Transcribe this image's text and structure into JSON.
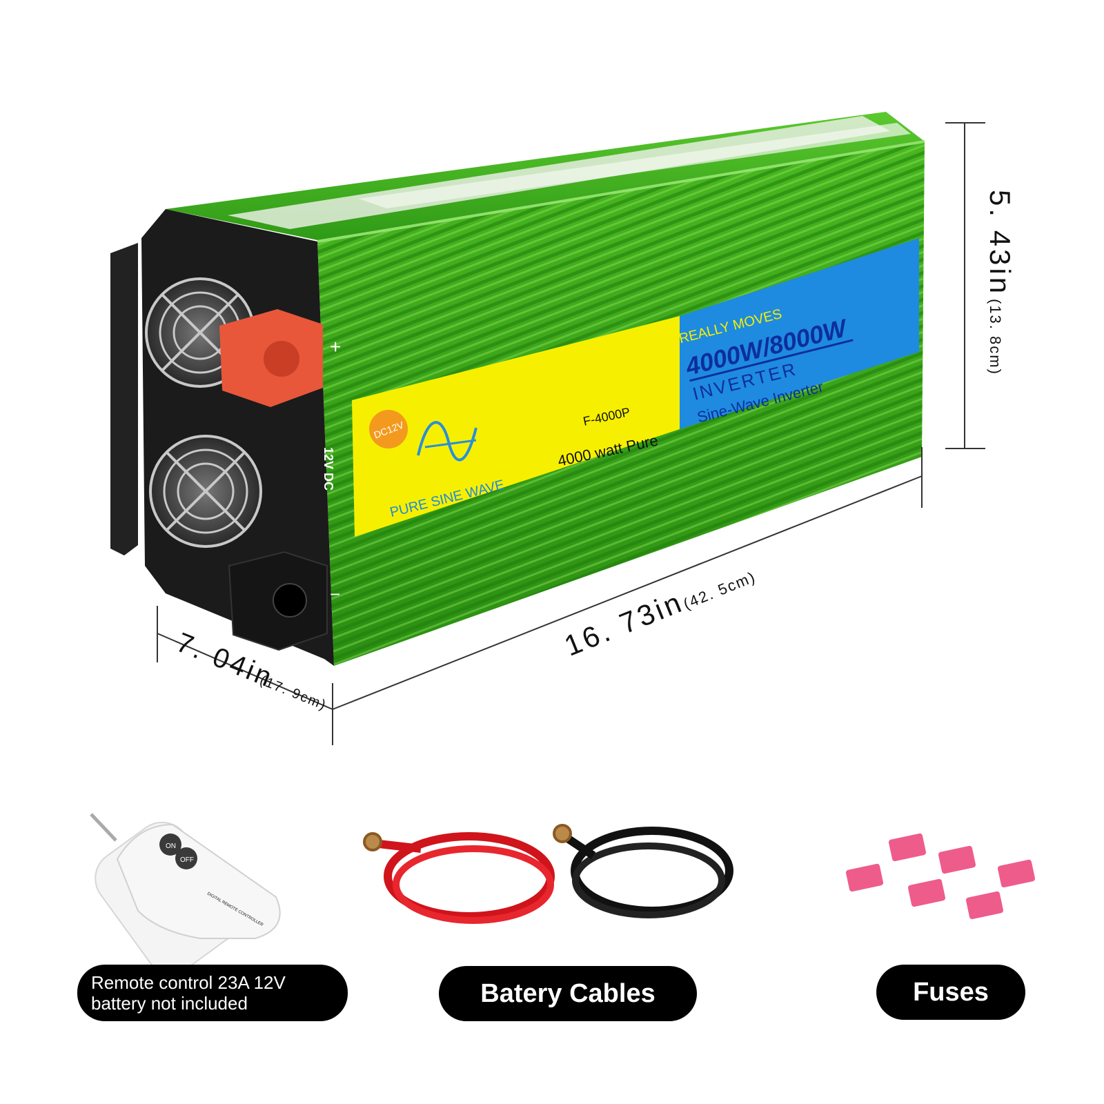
{
  "product": {
    "label": {
      "badge": "DC12V",
      "wave_caption": "PURE SINE WAVE",
      "model": "F-4000P",
      "rating_line": "4000 watt Pure",
      "tagline": "REALLY MOVES",
      "power": "4000W/8000W",
      "type": "INVERTER",
      "subtype": "Sine-Wave Inverter"
    },
    "terminals": {
      "positive_symbol": "+",
      "negative_symbol": "−",
      "voltage_marking": "12V DC"
    },
    "colors": {
      "body_green": "#3aa81e",
      "label_yellow": "#f6f000",
      "label_blue": "#1e8be0",
      "terminal_red": "#e8573a",
      "end_cap_black": "#1b1b1b"
    }
  },
  "dimensions": {
    "height": {
      "main": "5. 43in",
      "metric": "(13. 8cm)"
    },
    "length": {
      "main": "16. 73in",
      "metric": "(42. 5cm)"
    },
    "width": {
      "main": "7. 04in",
      "metric": "(17. 9cm)"
    }
  },
  "accessories": [
    {
      "name": "remote",
      "device_buttons": [
        "ON",
        "OFF"
      ],
      "device_text": "DIGITAL REMOTE CONTROLLER",
      "caption_lines": [
        "Remote control 23A 12V",
        "battery not included"
      ]
    },
    {
      "name": "cables",
      "caption": "Batery Cables"
    },
    {
      "name": "fuses",
      "caption": "Fuses"
    }
  ]
}
